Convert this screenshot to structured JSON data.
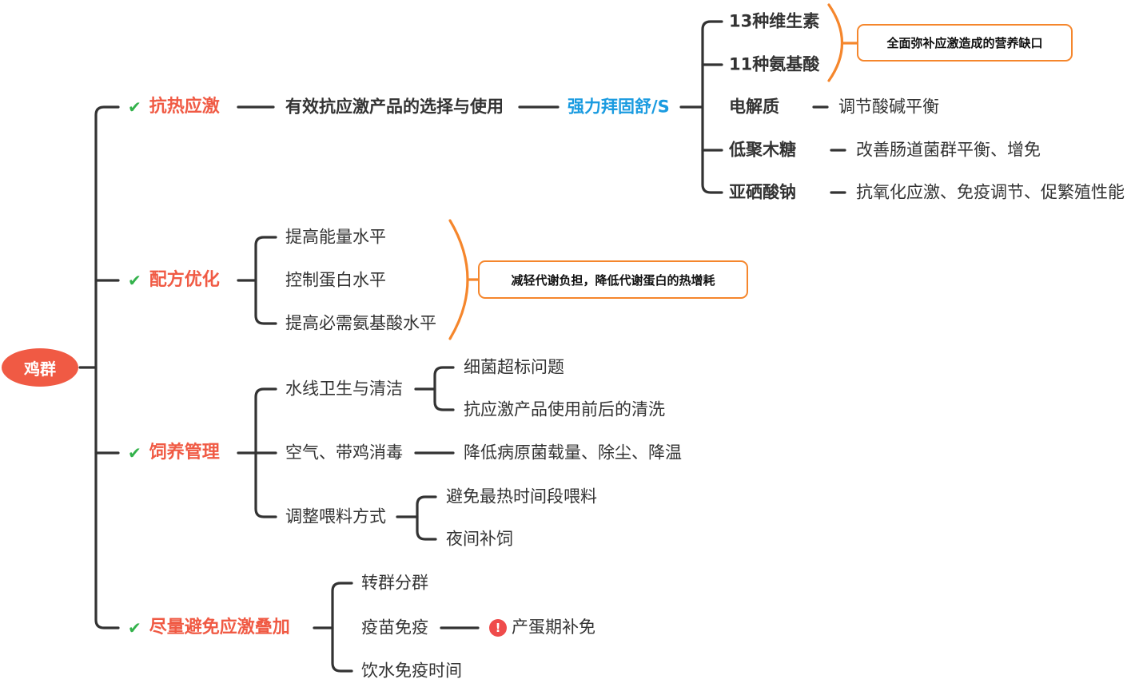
{
  "root": "鸡群",
  "branches": {
    "heat": {
      "label": "抗热应激",
      "child": "有效抗应激产品的选择与使用",
      "product": "强力拜固舒/S",
      "items": [
        {
          "name": "13种维生素"
        },
        {
          "name": "11种氨基酸"
        },
        {
          "name": "电解质",
          "note": "调节酸碱平衡"
        },
        {
          "name": "低聚木糖",
          "note": "改善肠道菌群平衡、增免"
        },
        {
          "name": "亚硒酸钠",
          "note": "抗氧化应激、免疫调节、促繁殖性能"
        }
      ],
      "summary": "全面弥补应激造成的营养缺口"
    },
    "formula": {
      "label": "配方优化",
      "items": [
        "提高能量水平",
        "控制蛋白水平",
        "提高必需氨基酸水平"
      ],
      "summary": "减轻代谢负担，降低代谢蛋白的热增耗"
    },
    "feeding": {
      "label": "饲养管理",
      "water": {
        "label": "水线卫生与清洁",
        "items": [
          "细菌超标问题",
          "抗应激产品使用前后的清洗"
        ]
      },
      "air": {
        "label": "空气、带鸡消毒",
        "note": "降低病原菌载量、除尘、降温"
      },
      "feed": {
        "label": "调整喂料方式",
        "items": [
          "避免最热时间段喂料",
          "夜间补饲"
        ]
      }
    },
    "avoid": {
      "label": "尽量避免应激叠加",
      "items": [
        "转群分群",
        "疫苗免疫",
        "饮水免疫时间"
      ],
      "vaccine_note": "产蛋期补免"
    }
  },
  "icons": {
    "check": "check-icon",
    "warning": "exclamation-icon"
  },
  "colors": {
    "root_fill": "#f05a44",
    "category_text": "#f05a44",
    "product_text": "#1a9be0",
    "check": "#33b24b",
    "bracket": "#f5862c",
    "connector": "#333333"
  }
}
